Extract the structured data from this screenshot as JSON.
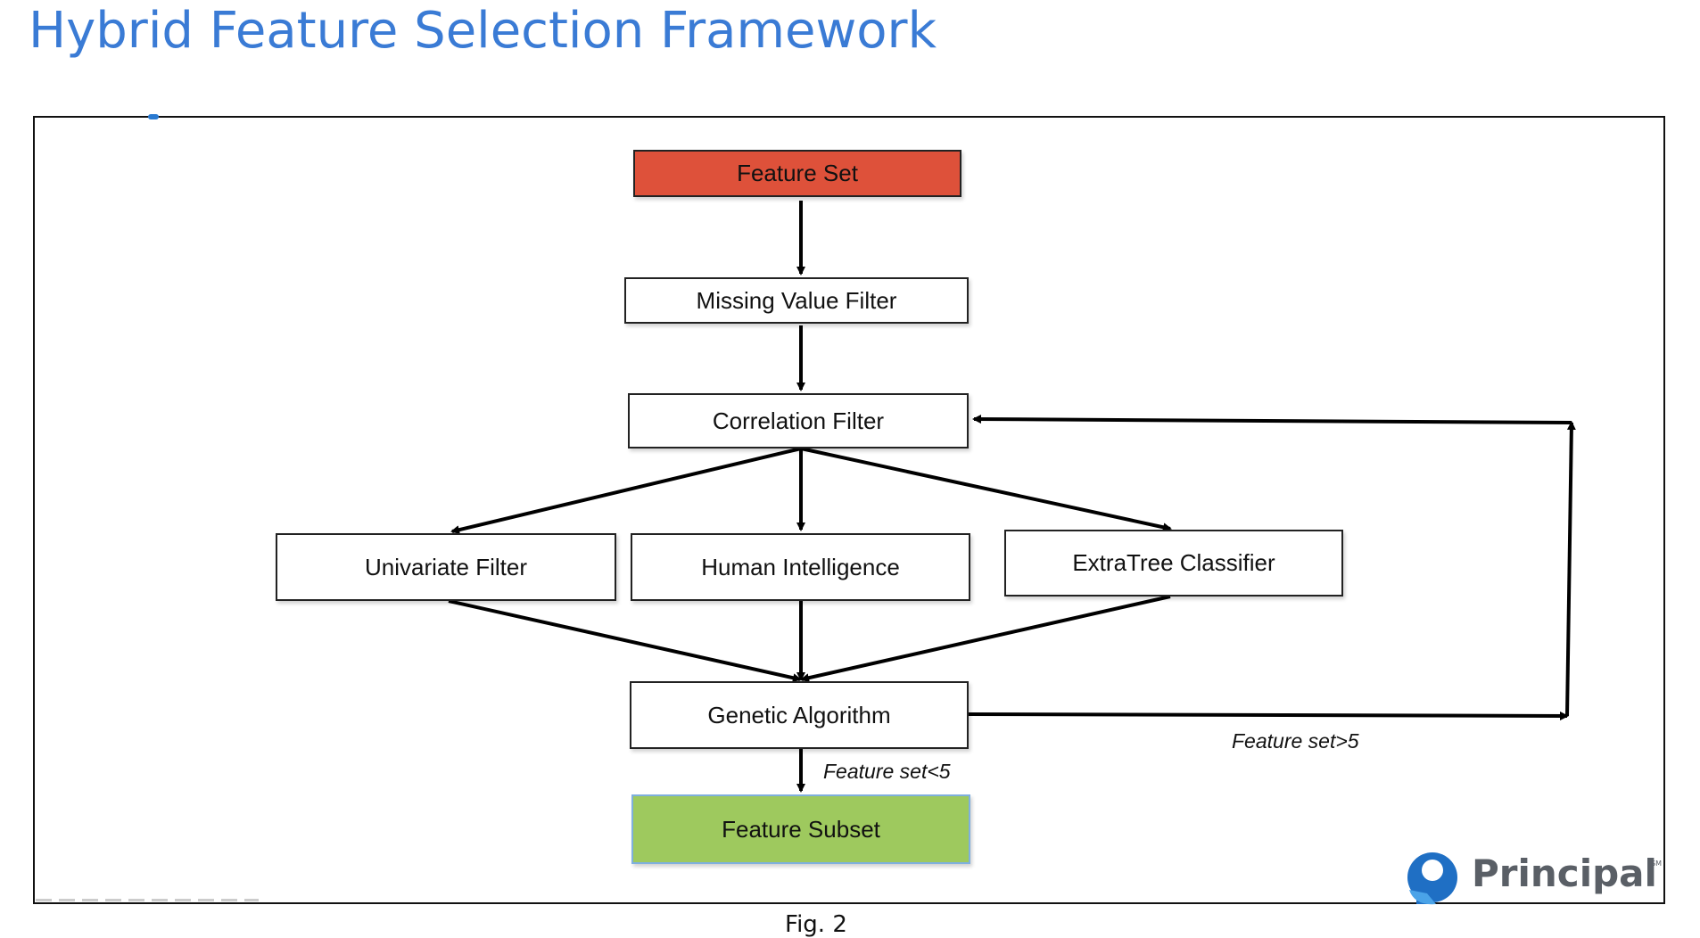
{
  "title": "Hybrid Feature Selection Framework",
  "nodes": {
    "feature_set": "Feature Set",
    "missing_value_filter": "Missing Value Filter",
    "correlation_filter": "Correlation Filter",
    "univariate_filter": "Univariate Filter",
    "human_intelligence": "Human Intelligence",
    "extratree_classifier": "ExtraTree Classifier",
    "genetic_algorithm": "Genetic Algorithm",
    "feature_subset": "Feature Subset"
  },
  "edge_labels": {
    "loop_condition": "Feature set>5",
    "exit_condition": "Feature set<5"
  },
  "logo": {
    "text": "Principal",
    "mark": "SM"
  },
  "colors": {
    "title": "#3a7bd5",
    "start_node": "#de513a",
    "end_node": "#9ec95e",
    "logo_blue": "#1f6fc4"
  },
  "caption": "Fig. 2"
}
